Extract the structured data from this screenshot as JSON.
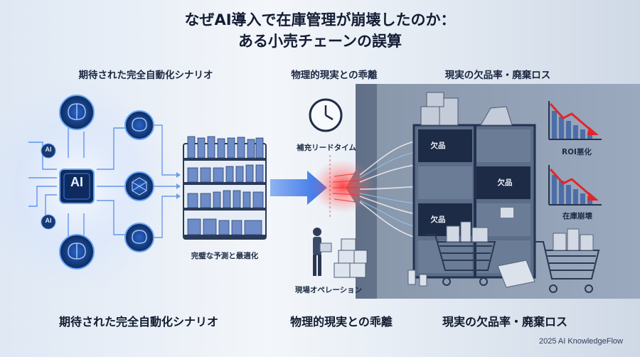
{
  "title": {
    "line1": "なぜAI導入で在庫管理が崩壊したのか：",
    "line2": "ある小売チェーンの誤算"
  },
  "sections": {
    "left": {
      "header": "期待された完全自動化シナリオ",
      "footer": "期待された完全自動化シナリオ"
    },
    "middle": {
      "header": "物理的現実との乖離",
      "footer": "物理的現実との乖離"
    },
    "right": {
      "header": "現実の欠品率・廃棄ロス",
      "footer": "現実の欠品率・廃棄ロス"
    }
  },
  "labels": {
    "ai_chip": "AI",
    "ai_small_top": "AI",
    "ai_small_bottom": "AI",
    "shelf_caption": "完璧な予測と最適化",
    "lead_time": "補充リードタイム",
    "operations": "現場オペレーション",
    "stockout_1": "欠品",
    "stockout_2": "欠品",
    "stockout_3": "欠品",
    "roi": "ROI悪化",
    "inventory_collapse": "在庫崩壊"
  },
  "footer": {
    "copyright": "2025 AI KnowledgeFlow"
  },
  "colors": {
    "ai_glow": "#2f7cf0",
    "arrow_blue": "#2f6fe6",
    "impact_red": "#ea2b2b",
    "trend_red": "#e0262b",
    "shelf_dark": "#22324f",
    "product_blue": "#6d8cc8",
    "dark_wall": "#37475f"
  }
}
